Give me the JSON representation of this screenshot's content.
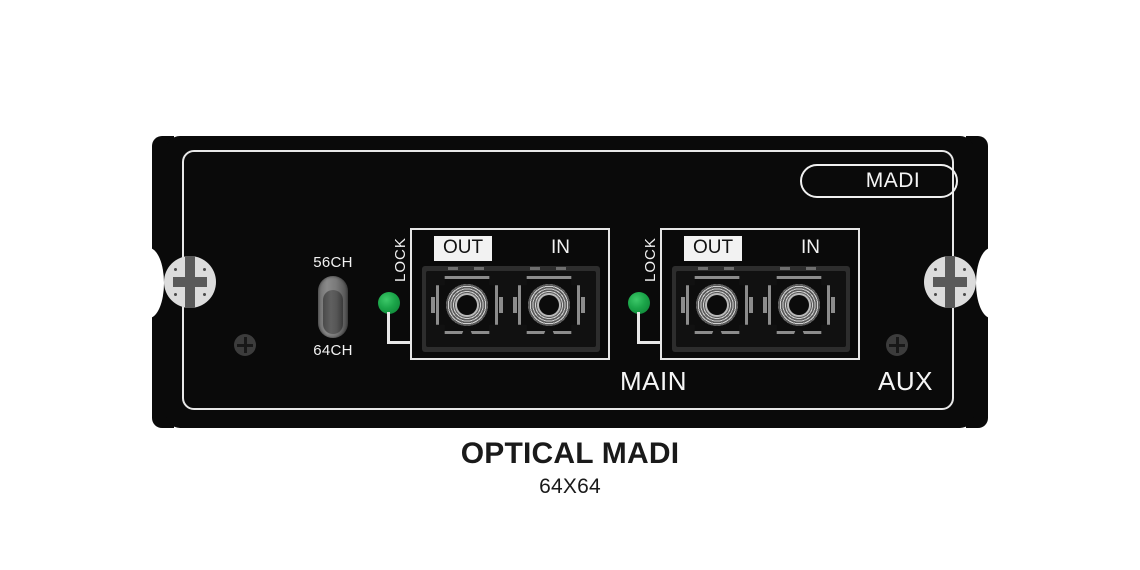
{
  "device": {
    "badge": "MADI",
    "caption_title": "OPTICAL MADI",
    "caption_subtitle": "64X64",
    "panel_color": "#0a0a0a",
    "frame_color": "#e8e8e8",
    "led_color": "#1ba549"
  },
  "switch": {
    "name": "channel-mode-switch",
    "top_label": "56CH",
    "bottom_label": "64CH",
    "position": "64CH"
  },
  "ports": [
    {
      "id": "main",
      "name": "MAIN",
      "lock_label": "LOCK",
      "out_label": "OUT",
      "in_label": "IN",
      "lock_state": "locked"
    },
    {
      "id": "aux",
      "name": "AUX",
      "lock_label": "LOCK",
      "out_label": "OUT",
      "in_label": "IN",
      "lock_state": "locked"
    }
  ],
  "hardware": {
    "mount_screw_left": "mounting-screw",
    "mount_screw_right": "mounting-screw",
    "small_screw_left": "philips-screw",
    "small_screw_right": "philips-screw"
  }
}
